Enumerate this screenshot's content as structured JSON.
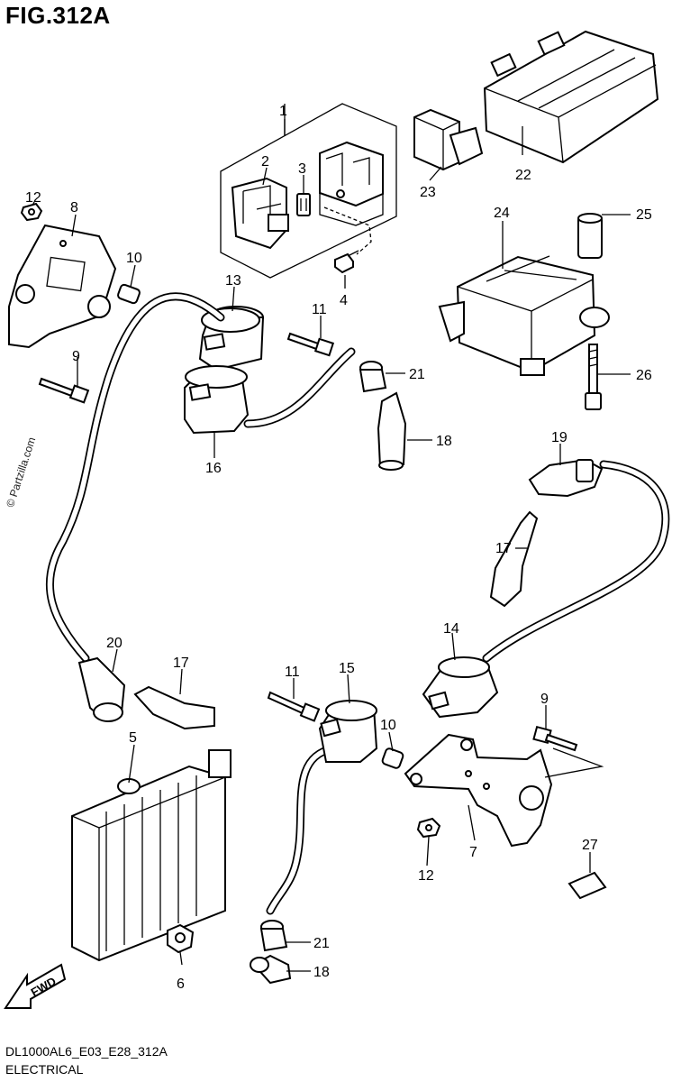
{
  "figure_title": "FIG.312A",
  "footer_code": "DL1000AL6_E03_E28_312A",
  "footer_section": "ELECTRICAL",
  "watermark": "© Partzilla.com",
  "direction_marker": "FWD",
  "fine_print": "",
  "callouts": [
    {
      "number": "1"
    },
    {
      "number": "2"
    },
    {
      "number": "3"
    },
    {
      "number": "4"
    },
    {
      "number": "5"
    },
    {
      "number": "6"
    },
    {
      "number": "7"
    },
    {
      "number": "8"
    },
    {
      "number": "9"
    },
    {
      "number": "9"
    },
    {
      "number": "10"
    },
    {
      "number": "10"
    },
    {
      "number": "11"
    },
    {
      "number": "11"
    },
    {
      "number": "12"
    },
    {
      "number": "12"
    },
    {
      "number": "13"
    },
    {
      "number": "14"
    },
    {
      "number": "15"
    },
    {
      "number": "16"
    },
    {
      "number": "17"
    },
    {
      "number": "17"
    },
    {
      "number": "18"
    },
    {
      "number": "18"
    },
    {
      "number": "19"
    },
    {
      "number": "20"
    },
    {
      "number": "21"
    },
    {
      "number": "21"
    },
    {
      "number": "22"
    },
    {
      "number": "23"
    },
    {
      "number": "24"
    },
    {
      "number": "25"
    },
    {
      "number": "26"
    },
    {
      "number": "27"
    }
  ]
}
